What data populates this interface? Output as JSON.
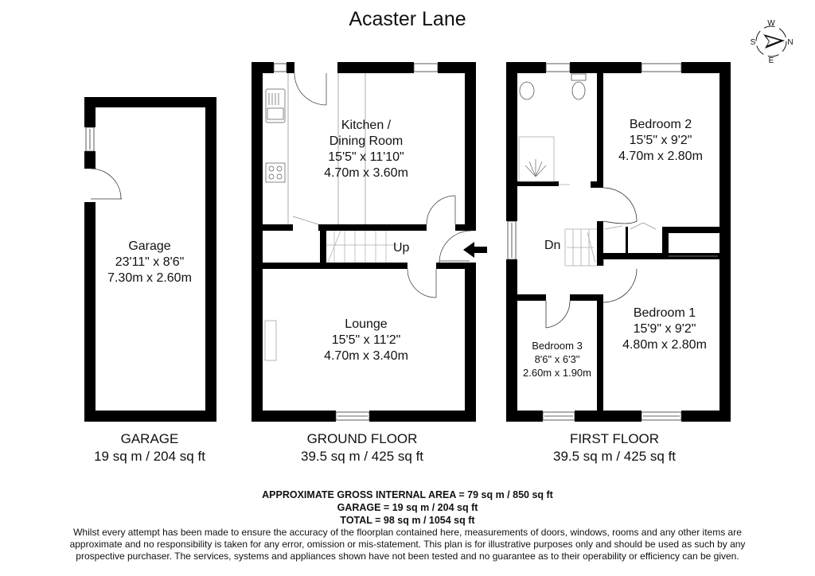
{
  "title": "Acaster Lane",
  "compass": {
    "north": "N",
    "south": "S",
    "east": "E",
    "west": "W"
  },
  "rooms": {
    "garage": {
      "name": "Garage",
      "imperial": "23'11\" x 8'6\"",
      "metric": "7.30m x 2.60m"
    },
    "kitchen": {
      "name_line1": "Kitchen /",
      "name_line2": "Dining Room",
      "imperial": "15'5\" x 11'10\"",
      "metric": "4.70m x 3.60m"
    },
    "lounge": {
      "name": "Lounge",
      "imperial": "15'5\" x 11'2\"",
      "metric": "4.70m x 3.40m"
    },
    "bedroom2": {
      "name": "Bedroom 2",
      "imperial": "15'5\" x 9'2\"",
      "metric": "4.70m x 2.80m"
    },
    "bedroom1": {
      "name": "Bedroom 1",
      "imperial": "15'9\" x 9'2\"",
      "metric": "4.80m x 2.80m"
    },
    "bedroom3": {
      "name": "Bedroom 3",
      "imperial": "8'6\" x 6'3\"",
      "metric": "2.60m x 1.90m"
    }
  },
  "stairs": {
    "up": "Up",
    "down": "Dn"
  },
  "floors": [
    {
      "name": "GARAGE",
      "area": "19 sq m / 204 sq ft"
    },
    {
      "name": "GROUND FLOOR",
      "area": "39.5 sq m / 425 sq ft"
    },
    {
      "name": "FIRST FLOOR",
      "area": "39.5 sq m / 425 sq ft"
    }
  ],
  "totals": {
    "gross": "APPROXIMATE GROSS INTERNAL AREA = 79 sq m / 850 sq ft",
    "garage": "GARAGE = 19 sq m / 204 sq ft",
    "total": "TOTAL = 98 sq m / 1054 sq ft"
  },
  "disclaimer": "Whilst every attempt has been made to ensure the accuracy of the floorplan contained here, measurements of doors, windows, rooms and any other items are approximate and no responsibility is taken for any error, omission or mis-statement. This plan is for illustrative purposes only and should be used as such by any prospective purchaser. The services, systems and appliances shown have not been tested and no guarantee as to their operability or efficiency can be given."
}
